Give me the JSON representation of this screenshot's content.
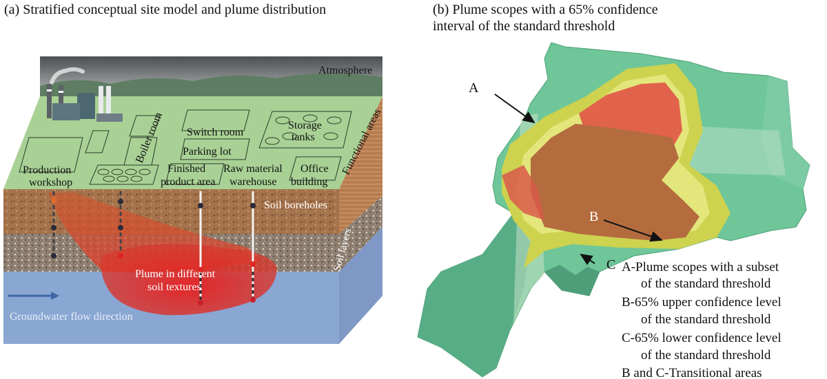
{
  "panel_a": {
    "title": "(a) Stratified conceptual site model and plume distribution",
    "labels": {
      "atmosphere": "Atmosphere",
      "boiler_room": "Boiler room",
      "switch_room": "Switch room",
      "storage_tanks_1": "Storage",
      "storage_tanks_2": "tanks",
      "parking_lot": "Parking lot",
      "functional_areas": "Functional areas",
      "production_workshop_1": "Production",
      "production_workshop_2": "workshop",
      "finished_product_1": "Finished",
      "finished_product_2": "product area",
      "raw_material_1": "Raw material",
      "raw_material_2": "warehouse",
      "office_building_1": "Office",
      "office_building_2": "building",
      "soil_boreholes": "Soil boreholes",
      "soil_layers": "Soil layers",
      "plume_1": "Plume in different",
      "plume_2": "soil textures",
      "groundwater": "Groundwater flow direction"
    },
    "colors": {
      "surface": "#a7cf94",
      "soil_top": "#9b6a45",
      "gravel": "#8a7b6c",
      "groundwater": "#8aa6d2",
      "plume": "#e02424"
    }
  },
  "panel_b": {
    "title_line1": "(b) Plume scopes with a 65% confidence",
    "title_line2": "interval of the standard threshold",
    "markers": {
      "a": "A",
      "b": "B",
      "c": "C"
    },
    "legend": [
      "A-Plume scopes with a subset",
      "of the standard threshold",
      "B-65% upper confidence level",
      "of the standard threshold",
      "C-65% lower confidence level",
      "of the standard threshold",
      "B and C-Transitional areas"
    ],
    "colors": {
      "terrain": "#6cc497",
      "lower_cl": "#cfd451",
      "upper_cl": "#e4654a",
      "subset": "#b86d3e",
      "transition": "#e6ea7c"
    }
  }
}
